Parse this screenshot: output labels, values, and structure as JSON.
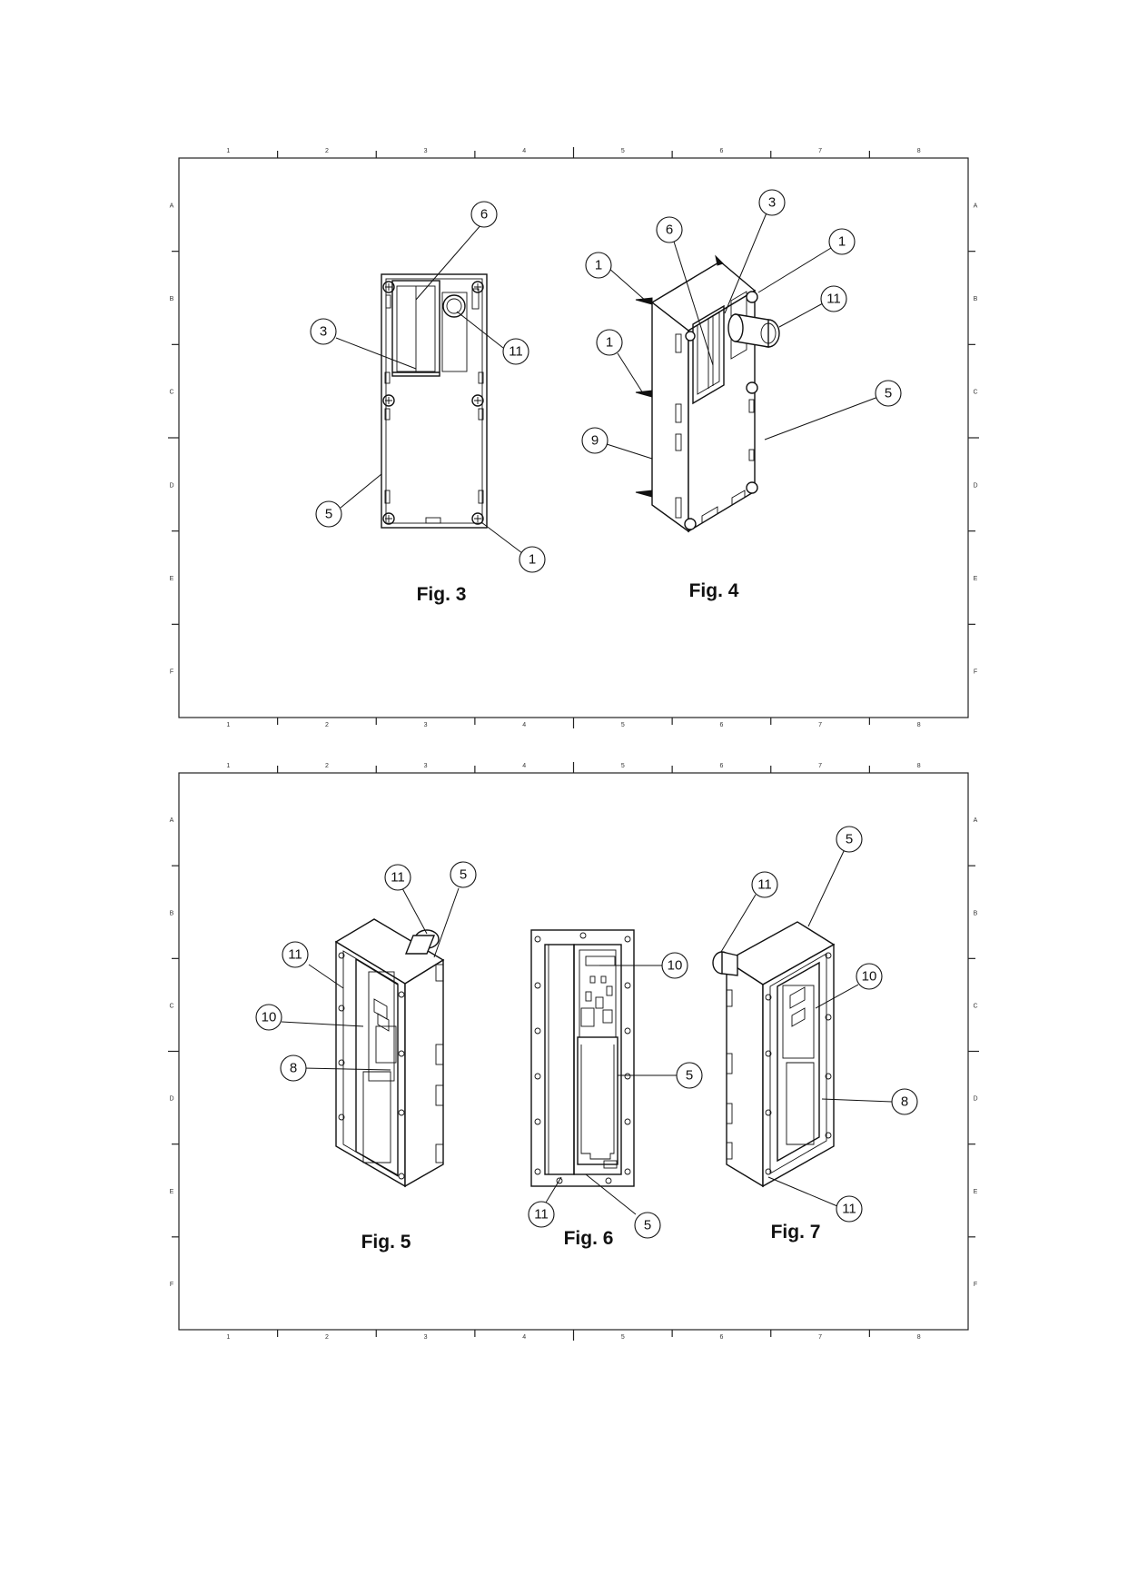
{
  "sheets": [
    {
      "id": "sheet-1",
      "column_labels": [
        "1",
        "2",
        "3",
        "4",
        "5",
        "6",
        "7",
        "8"
      ],
      "row_labels": [
        "A",
        "B",
        "C",
        "D",
        "E",
        "F"
      ],
      "figures": [
        {
          "caption": "Fig. 3",
          "callouts": [
            "6",
            "3",
            "11",
            "5",
            "1"
          ]
        },
        {
          "caption": "Fig. 4",
          "callouts": [
            "3",
            "6",
            "1",
            "1",
            "11",
            "1",
            "5",
            "9"
          ]
        }
      ]
    },
    {
      "id": "sheet-2",
      "column_labels": [
        "1",
        "2",
        "3",
        "4",
        "5",
        "6",
        "7",
        "8"
      ],
      "row_labels": [
        "A",
        "B",
        "C",
        "D",
        "E",
        "F"
      ],
      "figures": [
        {
          "caption": "Fig. 5",
          "callouts": [
            "11",
            "5",
            "11",
            "10",
            "8"
          ]
        },
        {
          "caption": "Fig. 6",
          "callouts": [
            "10",
            "5",
            "11",
            "5"
          ]
        },
        {
          "caption": "Fig. 7",
          "callouts": [
            "5",
            "11",
            "10",
            "8",
            "11"
          ]
        }
      ]
    }
  ]
}
